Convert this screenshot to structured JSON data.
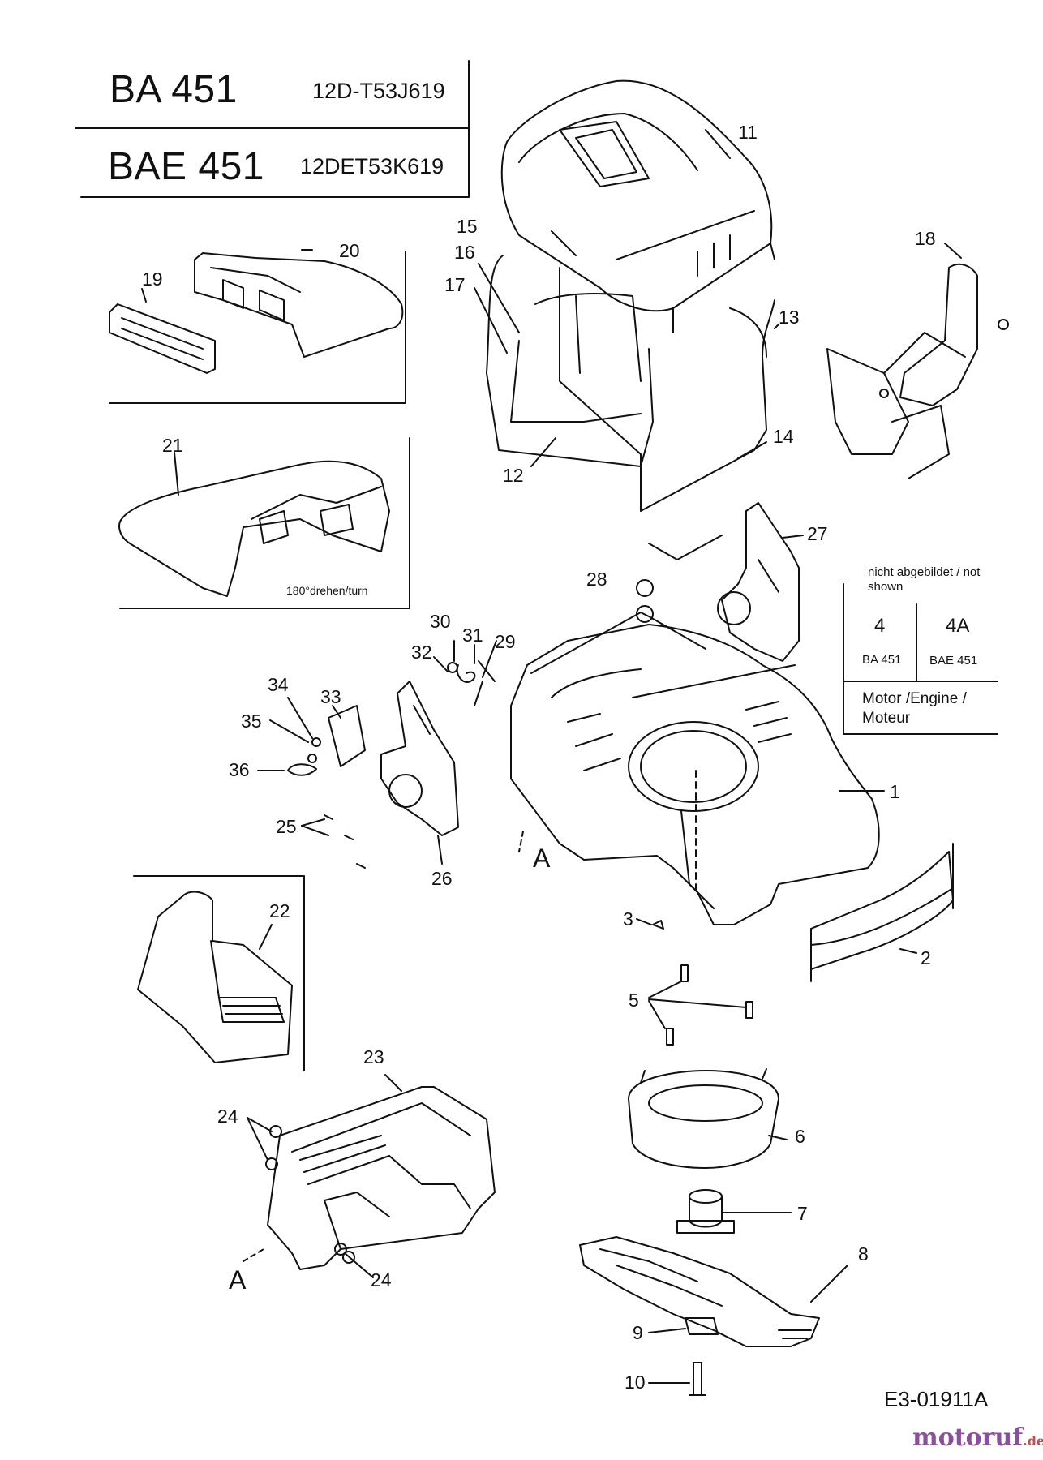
{
  "models": [
    {
      "name": "BA 451",
      "code": "12D-T53J619"
    },
    {
      "name": "BAE 451",
      "code": "12DET53K619"
    }
  ],
  "note": {
    "header": "nicht abgebildet / not shown",
    "col1_part": "4",
    "col2_part": "4A",
    "col1_model": "BA 451",
    "col2_model": "BAE 451",
    "footer": "Motor /Engine / Moteur"
  },
  "rotate_note": "180°drehen/turn",
  "section_marker": "A",
  "drawing_id": "E3-01911A",
  "watermark": {
    "brand": "motoruf",
    "suffix": ".de"
  },
  "part_labels": [
    "1",
    "2",
    "3",
    "5",
    "6",
    "7",
    "8",
    "9",
    "10",
    "11",
    "12",
    "13",
    "14",
    "15",
    "16",
    "17",
    "18",
    "19",
    "20",
    "21",
    "22",
    "23",
    "24",
    "24",
    "25",
    "26",
    "27",
    "28",
    "29",
    "30",
    "31",
    "32",
    "33",
    "34",
    "35",
    "36"
  ]
}
